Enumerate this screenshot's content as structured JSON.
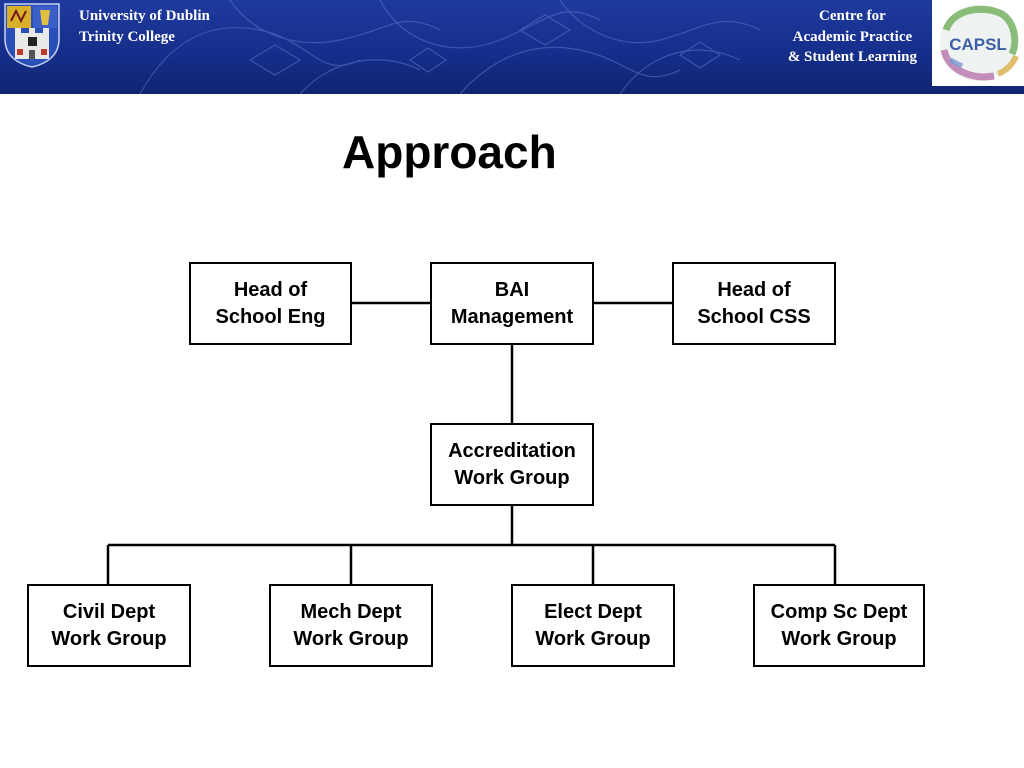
{
  "header": {
    "left_line1": "University of Dublin",
    "left_line2": "Trinity College",
    "right_line1": "Centre for",
    "right_line2": "Academic Practice",
    "right_line3": "& Student Learning",
    "logo_text": "CAPSL",
    "colors": {
      "banner": "#1a3490",
      "text": "#ffffff"
    }
  },
  "title": "Approach",
  "diagram": {
    "nodes": {
      "head_eng": "Head of\nSchool Eng",
      "bai": "BAI\nManagement",
      "head_css": "Head of\nSchool CSS",
      "accreditation": "Accreditation\nWork Group",
      "civil": "Civil Dept\nWork Group",
      "mech": "Mech Dept\nWork Group",
      "elect": "Elect Dept\nWork Group",
      "compsc": "Comp Sc Dept\nWork Group"
    }
  }
}
